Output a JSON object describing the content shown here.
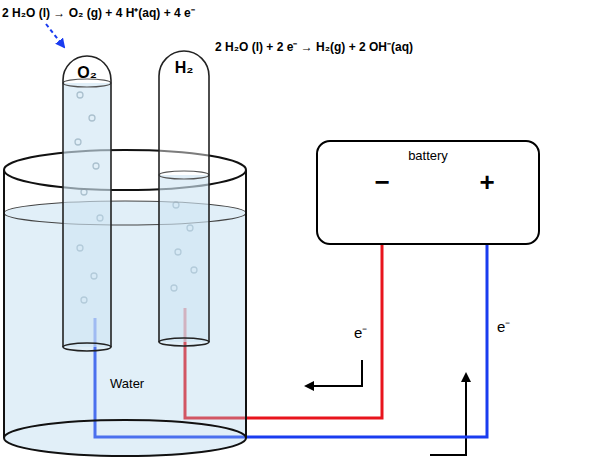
{
  "diagram": {
    "nodes": [
      {
        "text": [
          "O₂"
        ]
      },
      {
        "text": [
          "H₂"
        ]
      },
      {
        "text": [
          "battery",
          "−",
          "+"
        ]
      },
      {
        "text": [
          "Water"
        ]
      }
    ],
    "edges": [
      {
        "from": 2,
        "to": 1,
        "arrow": "none"
      },
      {
        "from": 2,
        "to": 0,
        "arrow": "none"
      }
    ],
    "labels": [
      "2 H₂O (l) → O₂ (g) + 4 H⁺(aq) + 4 e⁻",
      "2 H₂O (l) + 2 e⁻ → H₂(g) + 2 OH⁻(aq)",
      "e⁻",
      "e⁻"
    ]
  }
}
